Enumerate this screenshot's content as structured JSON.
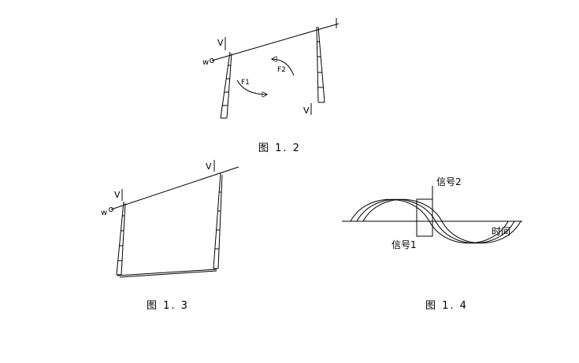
{
  "page": {
    "background": "#ffffff",
    "ink": "#000000"
  },
  "figures": {
    "fig12": {
      "caption": "图 1. 2",
      "labels": {
        "w": "w",
        "v_top": "V",
        "v_bottom": "V",
        "f1": "F1",
        "f2": "F2"
      }
    },
    "fig13": {
      "caption": "图 1. 3",
      "labels": {
        "w": "w",
        "v_left": "V",
        "v_right": "V"
      }
    },
    "fig14": {
      "caption": "图 1. 4",
      "labels": {
        "signal2": "信号2",
        "signal1": "信号1",
        "time": "时间"
      }
    }
  }
}
